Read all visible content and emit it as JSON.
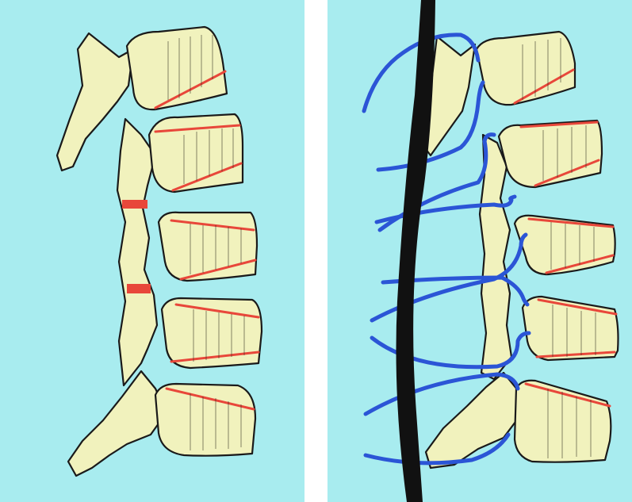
{
  "colors": {
    "background": "#a8ecef",
    "bone": "#f1f2bd",
    "outline": "#1a1a1a",
    "endplate_line": "#e8473a",
    "disc_bridge": "#e8473a",
    "nerve": "#2b55d6",
    "rod": "#111111"
  },
  "panels": [
    {
      "id": "left",
      "content": "lumbar-spine-lateral-view",
      "vertebra_count": 5,
      "fused_bridges": 2
    },
    {
      "id": "right",
      "content": "lumbar-spine-with-nerves-and-rod",
      "vertebra_count": 5,
      "nerve_count": 9
    }
  ]
}
